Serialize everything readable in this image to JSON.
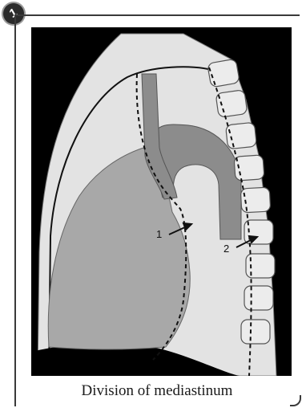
{
  "figure": {
    "number": "1",
    "caption": "Division of mediastinum",
    "labels": [
      "1",
      "2"
    ]
  }
}
